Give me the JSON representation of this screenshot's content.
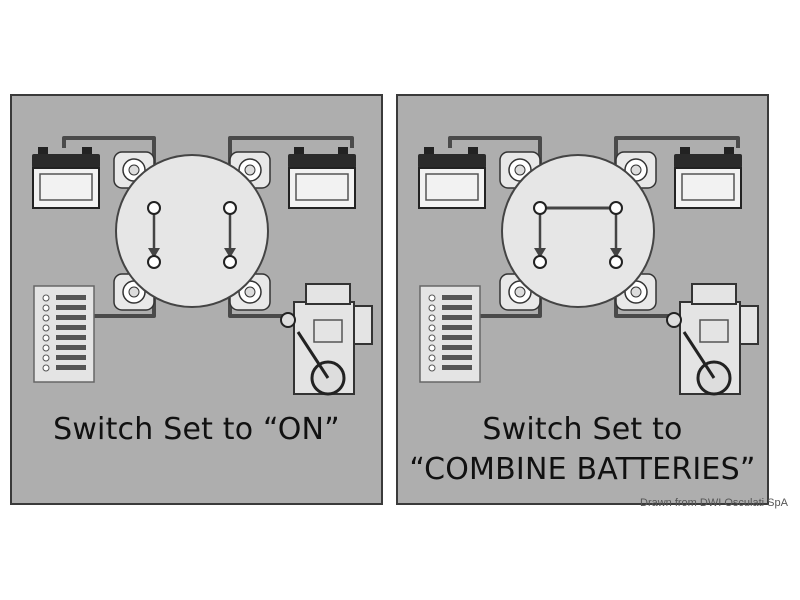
{
  "panels": [
    {
      "caption_lines": [
        "Switch Set to “ON”"
      ],
      "mode": "on"
    },
    {
      "caption_lines": [
        "Switch Set to",
        "“COMBINE BATTERIES”"
      ],
      "mode": "combine"
    }
  ],
  "credit": "Drawn from DWI Osculati SpA",
  "colors": {
    "panel_bg": "#aeaeae",
    "wire": "#4a4a4a",
    "switch_face": "#e6e6e6",
    "terminal": "#ffffff"
  },
  "icons": [
    "battery-icon",
    "battery-switch-icon",
    "switch-panel-icon",
    "engine-icon",
    "arrow-down-icon"
  ]
}
